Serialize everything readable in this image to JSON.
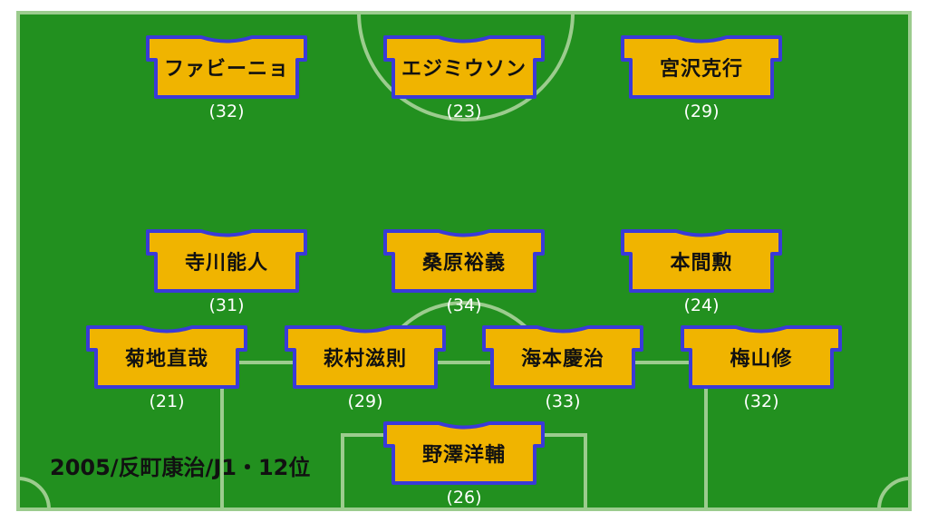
{
  "caption": "2005/反町康治/J1・12位",
  "colors": {
    "pitch": "#22901f",
    "line": "#9ccc8e",
    "shirt": "#f0b400",
    "shirt_border": "#3a3ad8"
  },
  "players": [
    {
      "id": "fw-left",
      "name": "ファビーニョ",
      "age": "(32)"
    },
    {
      "id": "fw-center",
      "name": "エジミウソン",
      "age": "(23)"
    },
    {
      "id": "fw-right",
      "name": "宮沢克行",
      "age": "(29)"
    },
    {
      "id": "mf-left",
      "name": "寺川能人",
      "age": "(31)"
    },
    {
      "id": "mf-center",
      "name": "桑原裕義",
      "age": "(34)"
    },
    {
      "id": "mf-right",
      "name": "本間勲",
      "age": "(24)"
    },
    {
      "id": "df-1",
      "name": "菊地直哉",
      "age": "(21)"
    },
    {
      "id": "df-2",
      "name": "萩村滋則",
      "age": "(29)"
    },
    {
      "id": "df-3",
      "name": "海本慶治",
      "age": "(33)"
    },
    {
      "id": "df-4",
      "name": "梅山修",
      "age": "(32)"
    },
    {
      "id": "gk",
      "name": "野澤洋輔",
      "age": "(26)"
    }
  ]
}
